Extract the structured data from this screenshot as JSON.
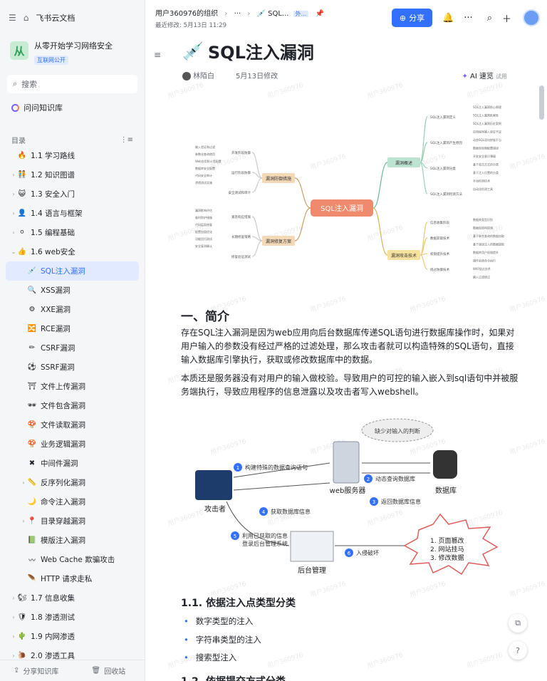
{
  "sidebar": {
    "app_name": "飞书云文档",
    "workspace_title": "从零开始学习网络安全",
    "workspace_badge": "互联网公开",
    "search_placeholder": "搜索",
    "ask_label": "问问知识库",
    "toc_label": "目录",
    "items": [
      {
        "label": "1.1 学习路线",
        "icon": "🔥",
        "caret": "",
        "indent": 1
      },
      {
        "label": "1.2 知识图谱",
        "icon": "🧑‍🤝‍🧑",
        "caret": "›",
        "indent": 1
      },
      {
        "label": "1.3 安全入门",
        "icon": "😺",
        "caret": "›",
        "indent": 1
      },
      {
        "label": "1.4 语言与框架",
        "icon": "👤",
        "caret": "›",
        "indent": 1
      },
      {
        "label": "1.5 编程基础",
        "icon": "⚪",
        "caret": "›",
        "indent": 1
      },
      {
        "label": "1.6 web安全",
        "icon": "👍",
        "caret": "⌄",
        "indent": 1
      },
      {
        "label": "SQL注入漏洞",
        "icon": "💉",
        "caret": "",
        "indent": 2,
        "active": true
      },
      {
        "label": "XSS漏洞",
        "icon": "🔍",
        "caret": "",
        "indent": 2
      },
      {
        "label": "XXE漏洞",
        "icon": "⚙",
        "caret": "",
        "indent": 2
      },
      {
        "label": "RCE漏洞",
        "icon": "🔀",
        "caret": "",
        "indent": 2
      },
      {
        "label": "CSRF漏洞",
        "icon": "✏",
        "caret": "",
        "indent": 2
      },
      {
        "label": "SSRF漏洞",
        "icon": "⚽",
        "caret": "",
        "indent": 2
      },
      {
        "label": "文件上传漏洞",
        "icon": "⛩",
        "caret": "",
        "indent": 2
      },
      {
        "label": "文件包含漏洞",
        "icon": "🕶",
        "caret": "",
        "indent": 2
      },
      {
        "label": "文件读取漏洞",
        "icon": "🍄",
        "caret": "",
        "indent": 2
      },
      {
        "label": "业务逻辑漏洞",
        "icon": "🍄",
        "caret": "",
        "indent": 2
      },
      {
        "label": "中间件漏洞",
        "icon": "✖",
        "caret": "",
        "indent": 2
      },
      {
        "label": "反序列化漏洞",
        "icon": "📏",
        "caret": "›",
        "indent": 2
      },
      {
        "label": "命令注入漏洞",
        "icon": "🌙",
        "caret": "",
        "indent": 2
      },
      {
        "label": "目录穿越漏洞",
        "icon": "📍",
        "caret": "›",
        "indent": 2
      },
      {
        "label": "模版注入漏洞",
        "icon": "📗",
        "caret": "",
        "indent": 2
      },
      {
        "label": "Web Cache 欺骗攻击",
        "icon": "〰",
        "caret": "",
        "indent": 2
      },
      {
        "label": "HTTP 请求走私",
        "icon": "🪶",
        "caret": "",
        "indent": 2
      },
      {
        "label": "1.7 信息收集",
        "icon": "🐿",
        "caret": "›",
        "indent": 1
      },
      {
        "label": "1.8 渗透测试",
        "icon": "🛡",
        "caret": "›",
        "indent": 1
      },
      {
        "label": "1.9 内网渗透",
        "icon": "🌵",
        "caret": "›",
        "indent": 1
      },
      {
        "label": "2.0 渗透工具",
        "icon": "🐌",
        "caret": "›",
        "indent": 1
      }
    ],
    "share_kb": "分享知识库",
    "recycle": "回收站"
  },
  "topbar": {
    "org": "用户360976的组织",
    "sep1": "›",
    "more": "···",
    "sep2": "›",
    "doc_short": "SQL...",
    "ext_tag": "外...",
    "last_modified": "最近修改: 5月13日 11:29",
    "share": "分享"
  },
  "doc": {
    "title": "SQL注入漏洞",
    "author": "林陌白",
    "modified": "5月13日修改",
    "ai_label": "AI 速览",
    "ai_try": "试用",
    "watermark": "用户360976",
    "h_intro": "一、简介",
    "p1": "存在SQL注入漏洞是因为web应用向后台数据库传递SQL语句进行数据库操作时，如果对用户输入的参数没有经过严格的过滤处理，那么攻击者就可以构造特殊的SQL语句，直接输入数据库引擎执行，获取或修改数据库中的数据。",
    "p2": "本质还是服务器没有对用户的输入做校验。导致用户的可控的输入嵌入到sql语句中并被服务端执行，导致应用程序的信息泄露以及攻击者写入webshell。",
    "h_sub": "1.1. 依据注入点类型分类",
    "bullets": [
      "数字类型的注入",
      "字符串类型的注入",
      "搜索型注入"
    ],
    "h_sub2": "1.2. 依据提交方式分类"
  },
  "mindmap": {
    "root": "SQL注入漏洞",
    "left_a": "漏洞防御措施",
    "left_b": "漏洞修复方案",
    "right_a": "漏洞概述",
    "right_b": "漏洞攻击技术",
    "left_a_sub": [
      "开发阶段防御",
      "运行阶段防御",
      "安全测试和审计"
    ],
    "left_b_sub": [
      "紧急响应措施",
      "长期修复策略",
      "修复验证测试"
    ],
    "left_a_leaf": [
      "输入验证和过滤",
      "参数化查询使用",
      "Web应用防火墙配置",
      "数据库安全配置",
      "代码安全审计",
      "渗透测试实施"
    ],
    "left_b_leaf": [
      "漏洞影响评估",
      "临时防护措施",
      "代码层面修复",
      "配置加固优化",
      "功能回归测试",
      "安全复测确认"
    ],
    "right_a_sub": [
      "SQL注入漏洞定义",
      "SQL注入漏洞产生原因",
      "SQL注入漏洞分类",
      "SQL注入漏洞检测方法"
    ],
    "right_a_leaf": [
      "SQL注入漏洞核心原理",
      "SQL注入漏洞危害性",
      "SQL注入漏洞历史案例",
      "应用程序输入验证不足",
      "动态SQL语句拼接不当",
      "数据库权限配置错误",
      "开发安全意识薄弱",
      "基于攻击方式的分类",
      "基于注入位置的分类",
      "手动检测技术",
      "自动化检测工具"
    ],
    "right_b_sub": [
      "信息收集阶段",
      "数据获取技术",
      "权限提升技术",
      "绕过防御技术"
    ],
    "right_b_leaf": [
      "数据库类型识别",
      "数据库结构探测",
      "基于联合查询的数据窃取",
      "基于错误注入的数据提取",
      "数据库用户权限提升",
      "操作系统命令执行",
      "WAF绕过技术",
      "输入过滤绕过"
    ]
  },
  "diagram": {
    "bubble": "缺少对输入的判断",
    "step1": "构建特殊的数据查询语句",
    "step2": "动态查询数据库",
    "step3": "返回数据库信息",
    "step4": "获取数据库信息",
    "step5a": "利用已获取的信息",
    "step5b": "登录后台管理系统",
    "step6": "入侵破坏",
    "attacker": "攻击者",
    "web_server": "web服务器",
    "database": "数据库",
    "admin": "后台管理",
    "damage": [
      "1. 页面篡改",
      "2. 网站挂马",
      "3. 修改数据"
    ]
  }
}
